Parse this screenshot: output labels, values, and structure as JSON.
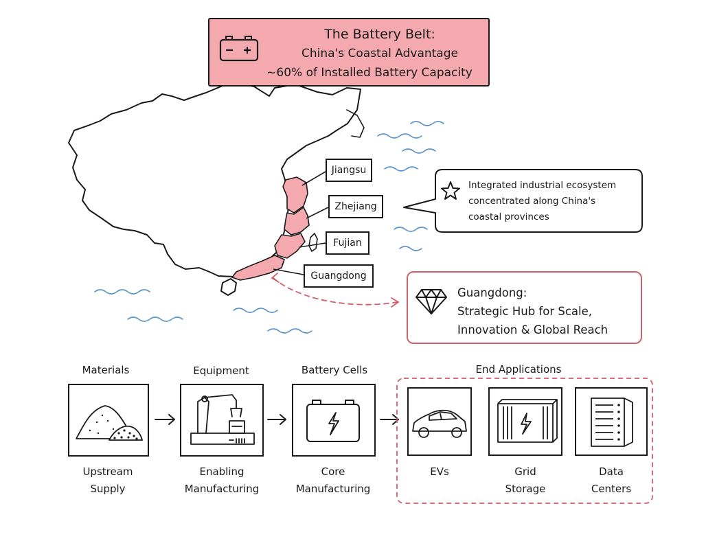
{
  "header": {
    "title": "The Battery Belt:",
    "subtitle": "China's Coastal Advantage",
    "stat": "~60% of Installed Battery Capacity",
    "icon": "battery-icon"
  },
  "map": {
    "provinces": [
      {
        "key": "jiangsu",
        "label": "Jiangsu"
      },
      {
        "key": "zhejiang",
        "label": "Zhejiang"
      },
      {
        "key": "fujian",
        "label": "Fujian"
      },
      {
        "key": "guangdong",
        "label": "Guangdong"
      }
    ],
    "highlight_color": "#f4a9ae",
    "water_color": "#5b93c9"
  },
  "callout": {
    "icon": "star-icon",
    "text_line1": "Integrated industrial ecosystem",
    "text_line2": "concentrated along China's",
    "text_line3": "coastal provinces"
  },
  "guangdong_hub": {
    "icon": "diamond-icon",
    "title": "Guangdong:",
    "line1": "Strategic Hub for Scale,",
    "line2": "Innovation & Global Reach",
    "accent": "#d15f68"
  },
  "value_chain": {
    "stages": [
      {
        "key": "materials",
        "category": "Materials",
        "sub1": "Upstream",
        "sub2": "Supply",
        "icon": "raw-material-piles-icon"
      },
      {
        "key": "equipment",
        "category": "Equipment",
        "sub1": "Enabling",
        "sub2": "Manufacturing",
        "icon": "robotic-arm-icon"
      },
      {
        "key": "cells",
        "category": "Battery Cells",
        "sub1": "Core",
        "sub2": "Manufacturing",
        "icon": "battery-cell-icon"
      }
    ],
    "end_applications": {
      "title": "End Applications",
      "items": [
        {
          "key": "evs",
          "sub1": "EVs",
          "sub2": "",
          "icon": "electric-car-icon"
        },
        {
          "key": "grid",
          "sub1": "Grid",
          "sub2": "Storage",
          "icon": "grid-storage-container-icon"
        },
        {
          "key": "dc",
          "sub1": "Data",
          "sub2": "Centers",
          "icon": "server-rack-icon"
        }
      ]
    }
  }
}
